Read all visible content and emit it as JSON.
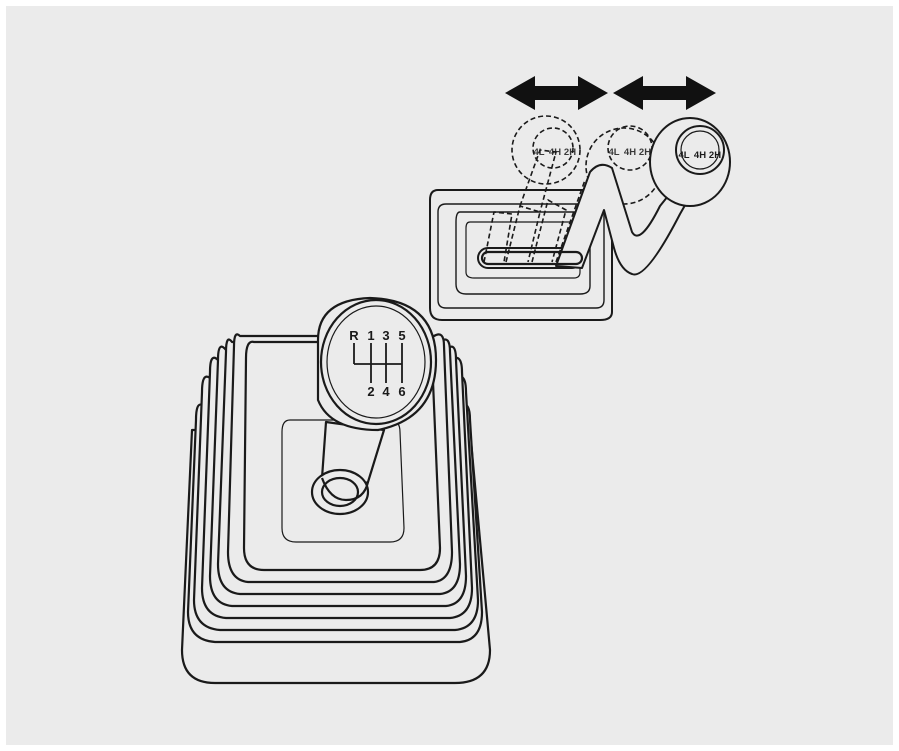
{
  "main_shifter": {
    "pattern_top": [
      "R",
      "1",
      "3",
      "5"
    ],
    "pattern_bottom": [
      "2",
      "4",
      "6"
    ]
  },
  "transfer_lever": {
    "positions": [
      "4L",
      "4H",
      "2H"
    ]
  },
  "colors": {
    "background": "#ebebeb",
    "outline": "#1a1a1a",
    "fill": "#ebebeb"
  },
  "icons": [
    "double-arrow-icon",
    "double-arrow-icon"
  ]
}
